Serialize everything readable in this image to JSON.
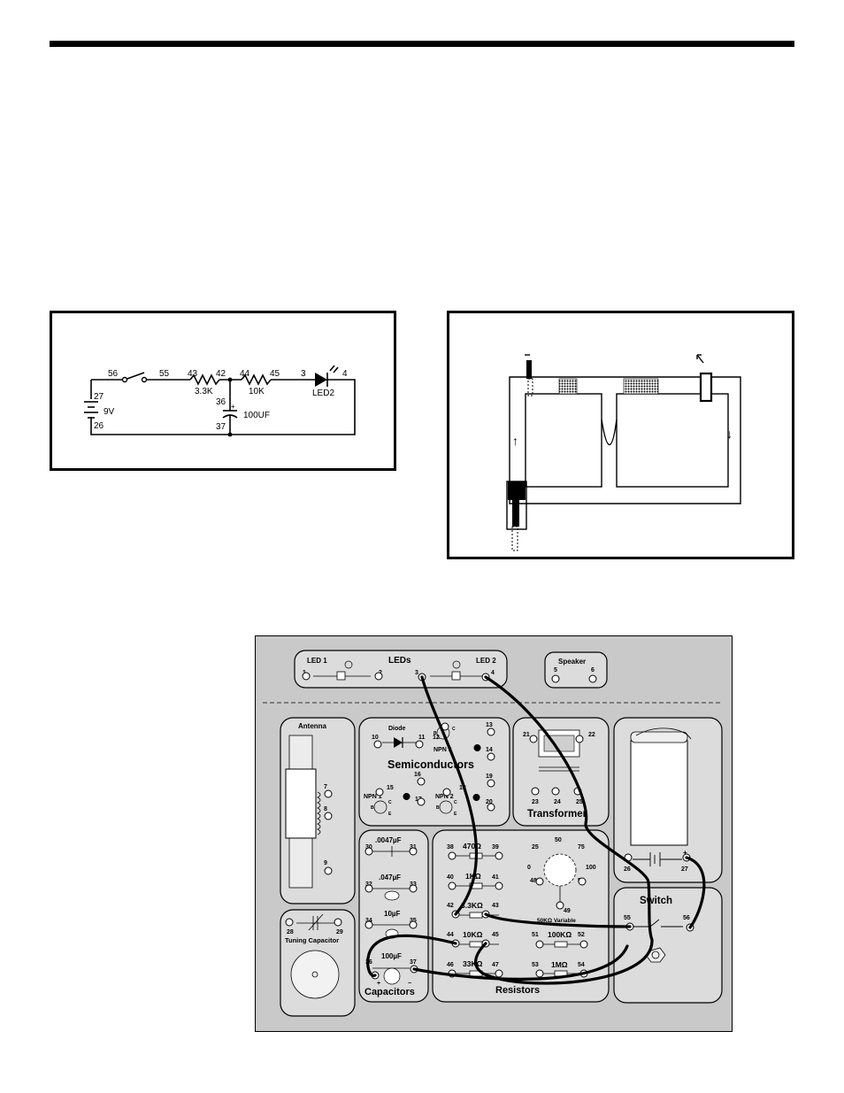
{
  "schematic": {
    "switch_left": "56",
    "switch_right": "55",
    "r1_left": "43",
    "r1_right": "42",
    "r1_value": "3.3K",
    "r2_left": "44",
    "r2_right": "45",
    "r2_value": "10K",
    "led_in": "3",
    "led_out": "4",
    "led_name": "LED2",
    "cap_top": "36",
    "cap_bottom": "37",
    "cap_value": "100UF",
    "cap_plus": "+",
    "bat_top": "27",
    "bat_bottom": "26",
    "bat_value": "9V"
  },
  "layout_arrows": {
    "up": "↑",
    "down": "↓"
  },
  "board": {
    "leds": {
      "title": "LEDs",
      "led1": "LED 1",
      "led2": "LED 2",
      "t1": "1",
      "t2": "2",
      "t3": "3",
      "t4": "4"
    },
    "speaker": {
      "title": "Speaker",
      "t5": "5",
      "t6": "6"
    },
    "antenna": {
      "title": "Antenna",
      "t7": "7",
      "t8": "8",
      "t9": "9"
    },
    "tuning": {
      "title": "Tuning Capacitor",
      "t28": "28",
      "t29": "29"
    },
    "semis": {
      "title": "Semiconductors",
      "diode": "Diode",
      "t10": "10",
      "t11": "11",
      "t12": "12",
      "t13": "13",
      "t14": "14",
      "t15": "15",
      "t16": "16",
      "t17": "17",
      "t18": "18",
      "t19": "19",
      "t20": "20",
      "npn1": "NPN 1",
      "npn2": "NPN 2",
      "npn3": "NPN 3",
      "b": "B",
      "c": "C",
      "e": "E"
    },
    "transformer": {
      "title": "Transformer",
      "t21": "21",
      "t22": "22",
      "t23": "23",
      "t24": "24",
      "t25": "25"
    },
    "battery": {
      "t26": "26",
      "t27": "27",
      "minus": "−",
      "plus": "+"
    },
    "capacitors": {
      "title": "Capacitors",
      "c1": ".0047µF",
      "c2": ".047µF",
      "c3": "10µF",
      "c4": "100µF",
      "t30": "30",
      "t31": "31",
      "t32": "32",
      "t33": "33",
      "t34": "34",
      "t35": "35",
      "t36": "36",
      "t37": "37",
      "plus": "+",
      "minus": "−"
    },
    "resistors": {
      "title": "Resistors",
      "r1": "470Ω",
      "r2": "1KΩ",
      "r3": "3.3KΩ",
      "r4": "10KΩ",
      "r5": "33KΩ",
      "r6": "100KΩ",
      "r7": "1MΩ",
      "t38": "38",
      "t39": "39",
      "t40": "40",
      "t41": "41",
      "t42": "42",
      "t43": "43",
      "t44": "44",
      "t45": "45",
      "t46": "46",
      "t47": "47",
      "t51": "51",
      "t52": "52",
      "t53": "53",
      "t54": "54"
    },
    "pot": {
      "caption": "50KΩ Variable",
      "s0": "0",
      "s25": "25",
      "s50": "50",
      "s75": "75",
      "s100": "100",
      "t48": "48",
      "t49": "49",
      "t50": "50"
    },
    "switch": {
      "title": "Switch",
      "t55": "55",
      "t56": "56"
    }
  }
}
